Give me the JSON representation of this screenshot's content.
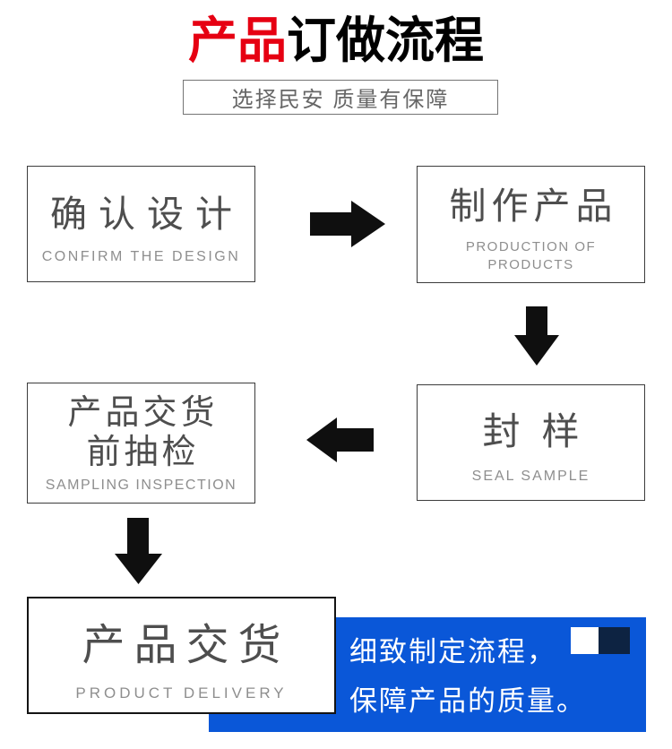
{
  "title": {
    "highlight": "产品",
    "rest": "订做流程"
  },
  "subtitle": "选择民安 质量有保障",
  "steps": [
    {
      "zh": "确认设计",
      "en": "CONFIRM THE DESIGN"
    },
    {
      "zh": "制作产品",
      "en_line1": "PRODUCTION OF",
      "en_line2": "PRODUCTS"
    },
    {
      "zh": "封样",
      "en": "SEAL SAMPLE"
    },
    {
      "zh_line1": "产品交货",
      "zh_line2": "前抽检",
      "en": "SAMPLING INSPECTION"
    },
    {
      "zh": "产品交货",
      "en": "PRODUCT DELIVERY"
    }
  ],
  "callout": {
    "line1": "细致制定流程，",
    "line2": "保障产品的质量。"
  },
  "icons": {
    "flow_arrows": [
      "arrow-right-icon",
      "arrow-down-icon",
      "arrow-left-icon",
      "arrow-down-icon"
    ],
    "decor_squares": [
      "white-square-decor",
      "navy-square-decor"
    ]
  },
  "colors": {
    "accent_red": "#e60012",
    "callout_blue": "#0a57d8",
    "navy_square": "#0d2342",
    "arrow_black": "#0f0f0f",
    "chinese_gray": "#4e4e4e",
    "english_gray": "#8e8e8e"
  }
}
